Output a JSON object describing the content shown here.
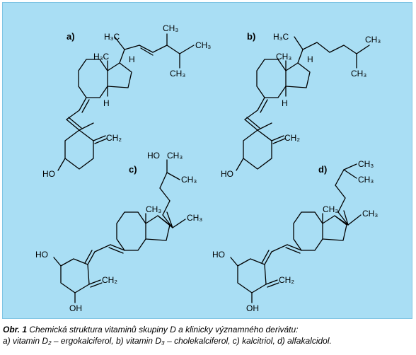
{
  "panels": {
    "a": {
      "label": "a)",
      "atoms": {
        "h3c_top": "H₃C",
        "ch3_top": "CH₃",
        "ch3_right": "CH₃",
        "h3c_ring": "H₃C",
        "h_ring": "H",
        "h_chain": "H",
        "ch2": "CH₂",
        "ho": "HO"
      }
    },
    "b": {
      "label": "b)",
      "atoms": {
        "h3c_top": "H₃C",
        "ch3_right1": "CH₃",
        "ch3_right2": "CH₃",
        "ch3_ring": "CH₃",
        "h_chain": "H",
        "h_ring": "H",
        "ch2": "CH₂",
        "ho": "HO"
      }
    },
    "c": {
      "label": "c)",
      "atoms": {
        "ho_top": "HO",
        "ch3_top": "CH₃",
        "ch3_side": "CH₃",
        "ch3_ring": "CH₃",
        "ch3_chain": "CH₃",
        "ho_left": "HO",
        "ch2": "CH₂",
        "oh_bottom": "OH"
      }
    },
    "d": {
      "label": "d)",
      "atoms": {
        "ch3_top1": "CH₃",
        "ch3_top2": "CH₃",
        "ch3_ring": "CH₃",
        "ch3_chain": "CH₃",
        "ho_left": "HO",
        "ch2": "CH₂",
        "oh_bottom": "OH"
      }
    }
  },
  "caption": {
    "prefix": "Obr. 1",
    "line1": " Chemická struktura vitaminů skupiny D a klinicky významného derivátu:",
    "line2": "a) vitamin D₂ – ergokalciferol, b) vitamin D₃ – cholekalciferol, c) kalcitriol, d) alfakalcidol."
  },
  "colors": {
    "background": "#a9def4",
    "border": "#7fc4e3",
    "ink": "#000000"
  }
}
